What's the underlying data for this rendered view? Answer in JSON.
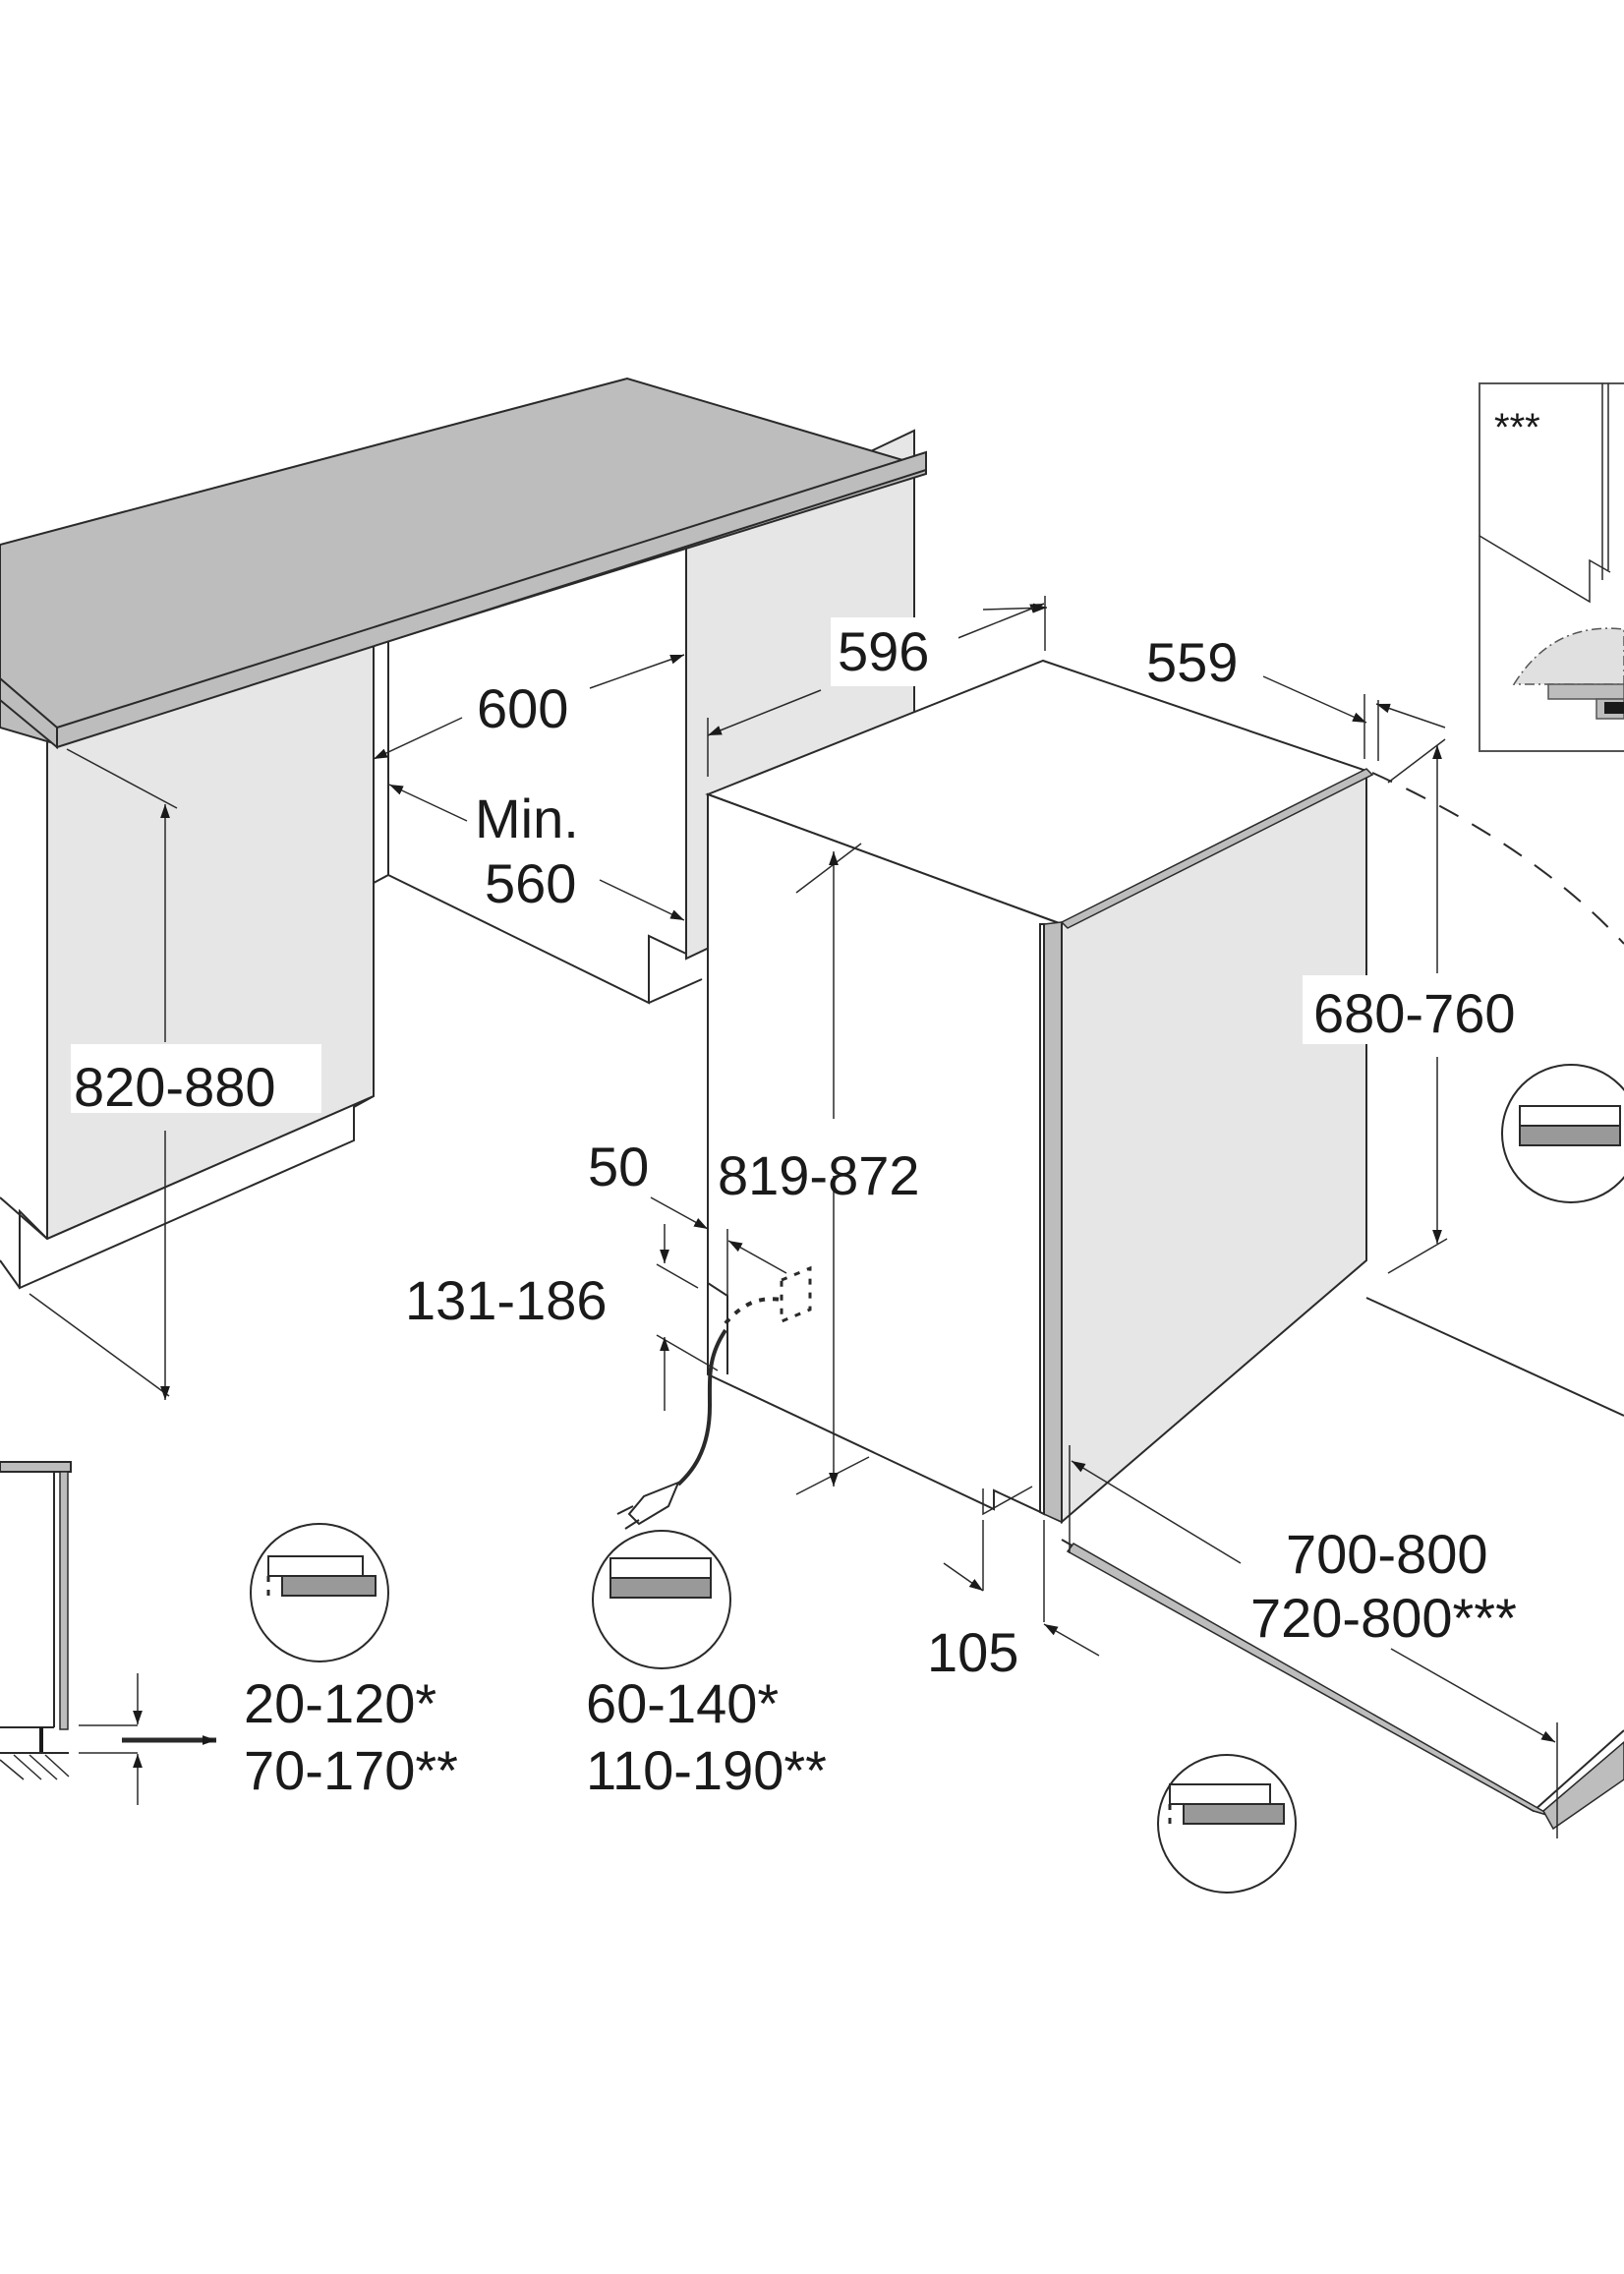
{
  "title": "Built-in dishwasher installation dimensions",
  "units": "mm",
  "colors": {
    "line": "#2a2a2a",
    "text": "#1a1a1a",
    "counter_top": "#bdbdbd",
    "cabinet_side": "#e6e6e6",
    "panel_fill": "#999999",
    "background": "#ffffff"
  },
  "dimensions": {
    "cabinet_height": "820-880",
    "niche_width": "600",
    "niche_min_label": "Min.",
    "niche_min_width": "560",
    "appliance_width": "596",
    "appliance_depth": "559",
    "appliance_height": "819-872",
    "door_height": "680-760",
    "connection_offset": "50",
    "connection_height": "131-186",
    "plinth_depth": "105",
    "door_open_1": "700-800",
    "door_open_2": "720-800***"
  },
  "plinth_options": [
    {
      "icon": "panel-offset-dashed-icon",
      "line1": "20-120*",
      "line2": "70-170**"
    },
    {
      "icon": "panel-flush-icon",
      "line1": "60-140*",
      "line2": "110-190**"
    }
  ],
  "inset": {
    "marker": "***"
  }
}
